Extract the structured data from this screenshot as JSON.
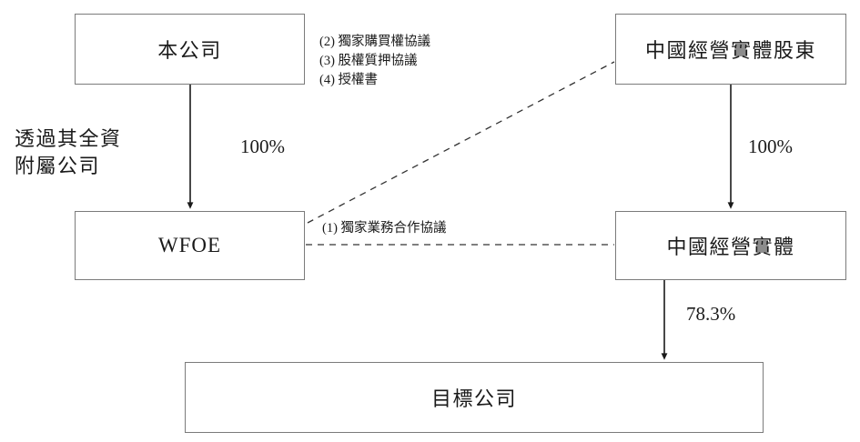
{
  "diagram": {
    "title": "VIE Contractual Arrangement Structure",
    "stroke_color": "#7b7b7b",
    "line_color": "#222222",
    "nodes": {
      "company": "本公司",
      "shareholder": "中國經營實體股東",
      "wfoe": "WFOE",
      "opco": "中國經營實體",
      "target": "目標公司"
    },
    "ownership": {
      "company_to_wfoe": "100%",
      "shareholder_to_opco": "100%",
      "opco_to_target": "78.3%"
    },
    "side_note": {
      "line1": "透過其全資",
      "line2": "附屬公司"
    },
    "agreements": {
      "item1": "(1) 獨家業務合作協議",
      "item2": "(2) 獨家購買權協議",
      "item3": "(3) 股權質押協議",
      "item4": "(4) 授權書"
    }
  }
}
